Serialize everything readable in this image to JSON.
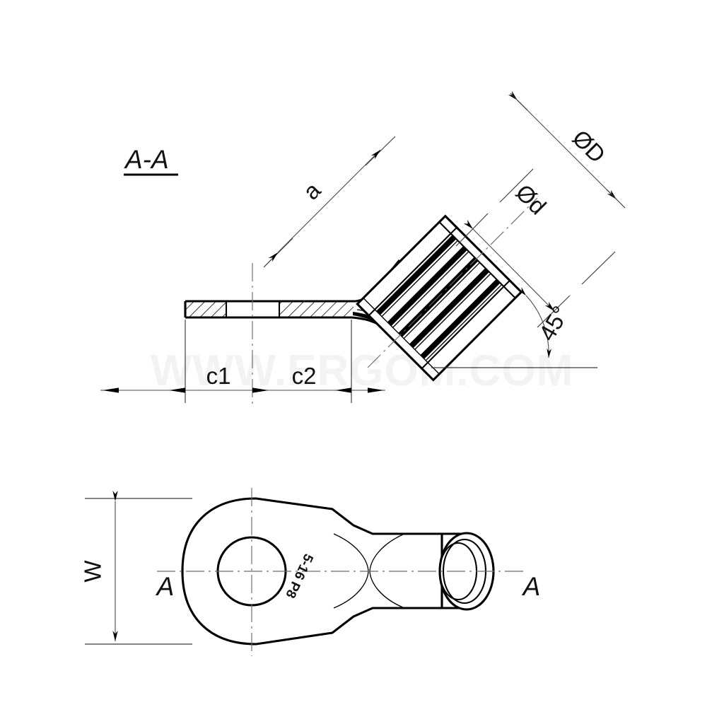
{
  "drawing": {
    "title_section": "A-A",
    "watermark": "WWW.ERGOM.COM",
    "views": {
      "section_view": {
        "name": "A-A",
        "labels": {
          "length_a": "a",
          "outer_diameter": "ØD",
          "inner_diameter": "Ød",
          "angle": "45°",
          "dim_c1": "c1",
          "dim_c2": "c2"
        }
      },
      "plan_view": {
        "labels": {
          "width_w": "W",
          "section_mark_left": "A",
          "section_mark_right": "A",
          "part_marking": "5-16 P8"
        }
      }
    },
    "colors": {
      "line": "#000000",
      "dimension_line": "#4a4a4a",
      "centerline": "#6b6b6b",
      "watermark": "#f3f3f4",
      "background": "#ffffff"
    }
  }
}
